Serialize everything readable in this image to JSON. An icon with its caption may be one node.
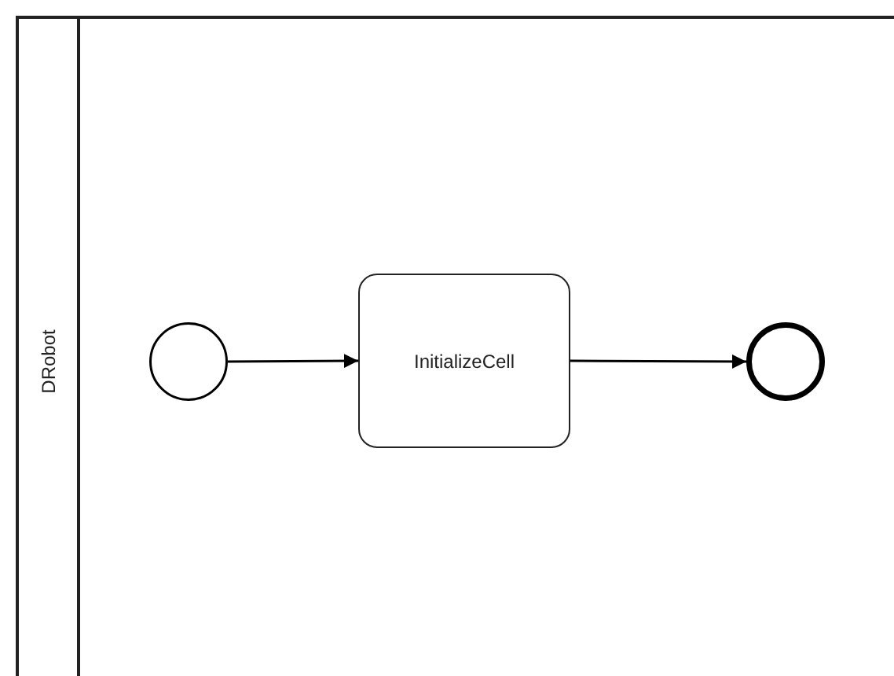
{
  "diagram": {
    "nodes": [
      {
        "text": [
          "DRobot"
        ]
      },
      {
        "text": [],
        "shape": "circle",
        "in": 0
      },
      {
        "text": [
          "InitializeCell"
        ],
        "in": 0
      },
      {
        "text": [],
        "shape": "circle",
        "in": 0
      }
    ],
    "edges": [
      {
        "from": 1,
        "to": 2,
        "arrow": "to"
      },
      {
        "from": 2,
        "to": 3,
        "arrow": "to"
      }
    ]
  }
}
